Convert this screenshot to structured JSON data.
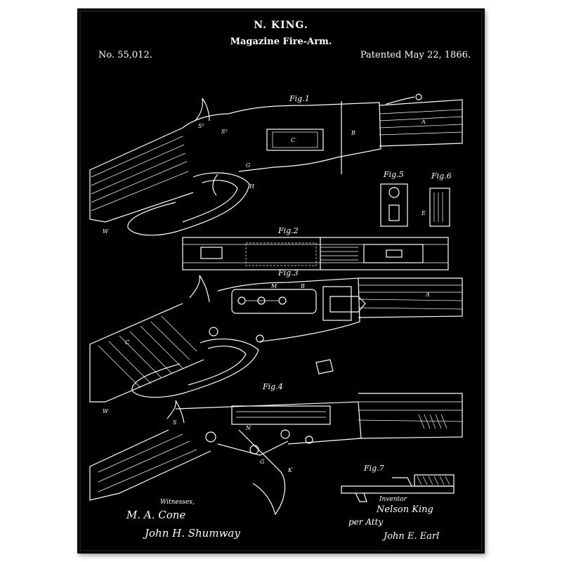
{
  "header": {
    "inventor": "N. KING.",
    "title": "Magazine Fire-Arm.",
    "patent_number": "No. 55,012.",
    "patent_date": "Patented May 22, 1866."
  },
  "figures": {
    "fig1": "Fig.1",
    "fig2": "Fig.2",
    "fig3": "Fig.3",
    "fig4": "Fig.4",
    "fig5": "Fig.5",
    "fig6": "Fig.6",
    "fig7": "Fig.7"
  },
  "footer": {
    "witnesses_label": "Witnesses,",
    "inventor_label": "Inventor",
    "witness_signatures": [
      "M. A. Cone",
      "John H. Shumway"
    ],
    "inventor_signatures": [
      "Nelson King",
      "per Atty",
      "John E. Earl"
    ]
  },
  "colors": {
    "background": "#000000",
    "ink": "#ffffff",
    "frame": "#ffffff"
  }
}
